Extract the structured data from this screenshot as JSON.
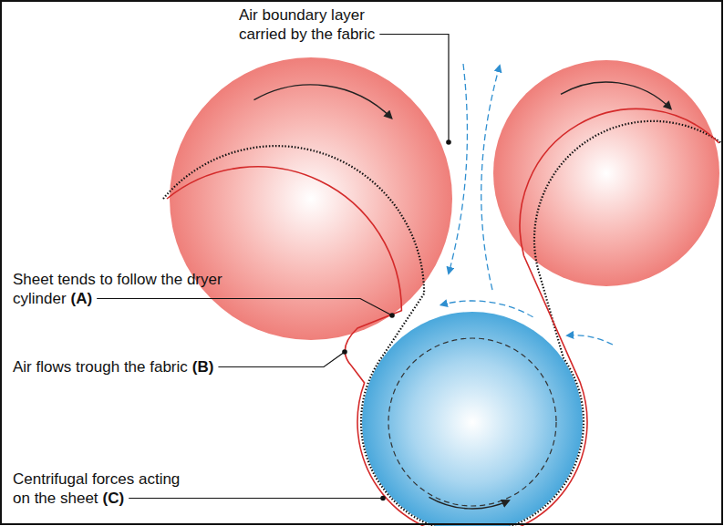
{
  "diagram": {
    "labels": [
      "Air boundary layer carried by the fabric",
      "Sheet tends to follow the dryer cylinder",
      "(A)",
      "Air flows trough the fabric",
      "(B)",
      "Centrifugal forces acting on the sheet",
      "(C)"
    ]
  }
}
